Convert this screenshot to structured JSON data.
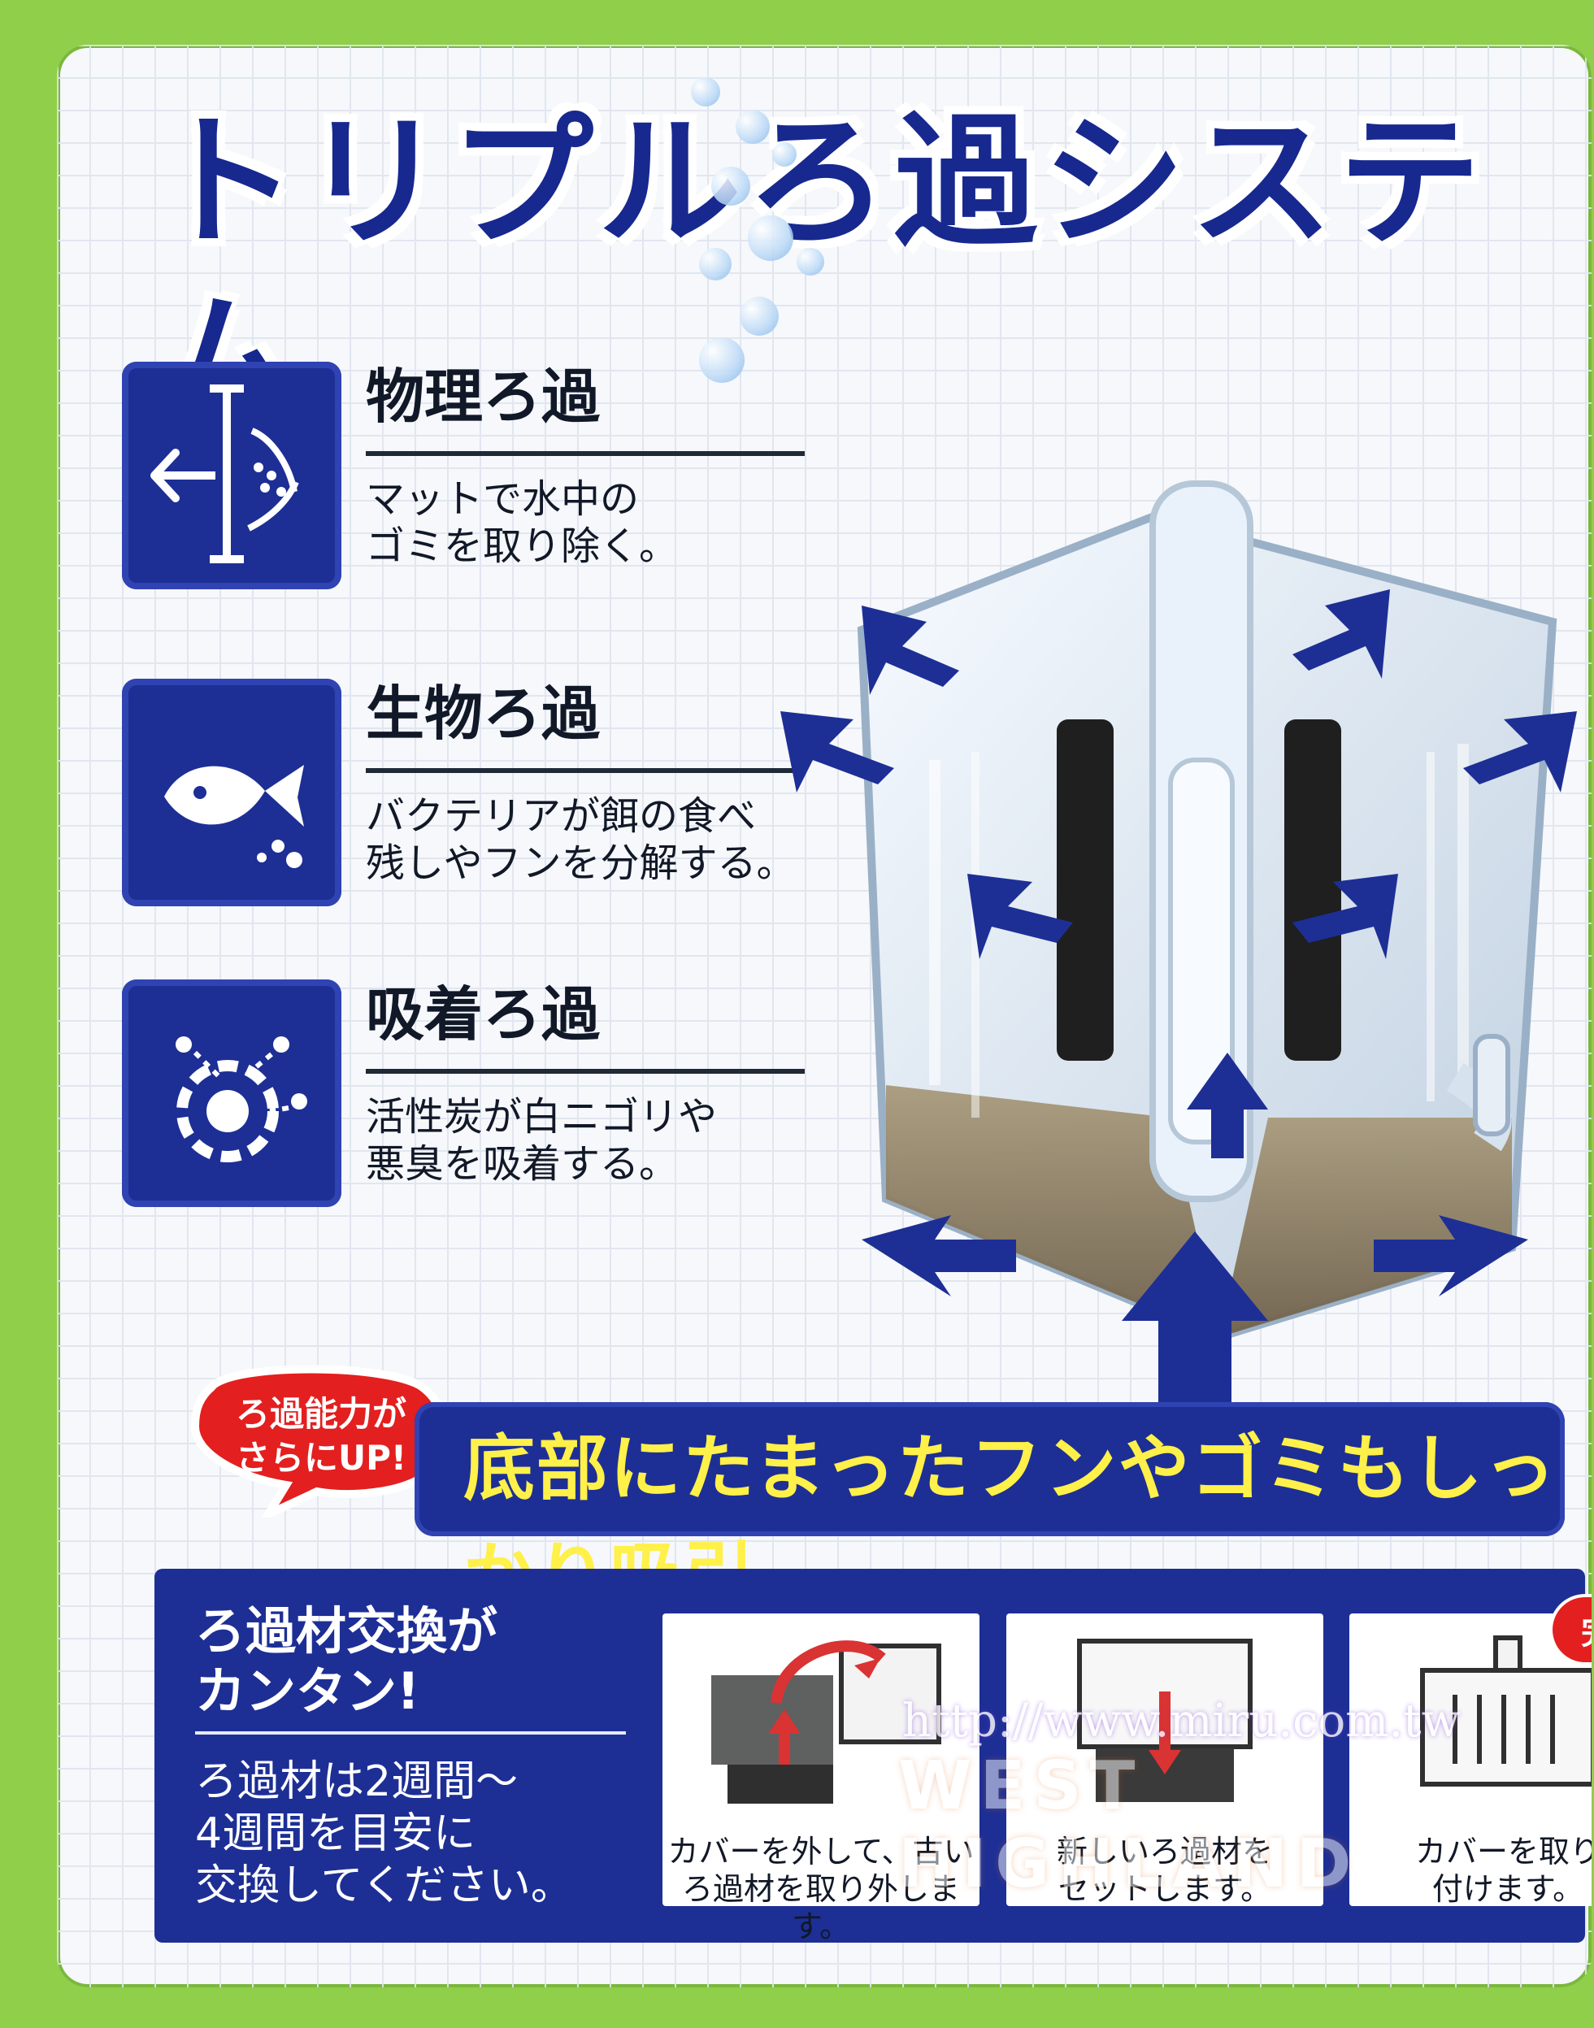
{
  "title": "トリプルろ過システム",
  "sections": [
    {
      "icon": "filter-mat-icon",
      "heading": "物理ろ過",
      "description": "マットで水中の\nゴミを取り除く。"
    },
    {
      "icon": "fish-icon",
      "heading": "生物ろ過",
      "description": "バクテリアが餌の食べ\n残しやフンを分解する。"
    },
    {
      "icon": "adsorption-icon",
      "heading": "吸着ろ過",
      "description": "活性炭が白ニゴリや\n悪臭を吸着する。"
    }
  ],
  "badge": "ろ過能力が\nさらにUP!",
  "banner": "底部にたまったフンやゴミもしっかり吸引",
  "replacement": {
    "title": "ろ過材交換が\nカンタン!",
    "description": "ろ過材は2週間～\n4週間を目安に\n交換してください。",
    "steps": [
      {
        "caption": "カバーを外して、古い\nろ過材を取り外します。"
      },
      {
        "caption": "新しいろ過材を\nセットします。"
      },
      {
        "caption": "カバーを取り\n付けます。",
        "badge": "完成"
      }
    ]
  },
  "watermark": {
    "url": "http://www.miru.com.tw",
    "brand": "WEST HIGHLAND"
  },
  "colors": {
    "navy": "#1d2f95",
    "green": "#8fcf4a",
    "yellow": "#fff04a",
    "red": "#e31f1f"
  }
}
